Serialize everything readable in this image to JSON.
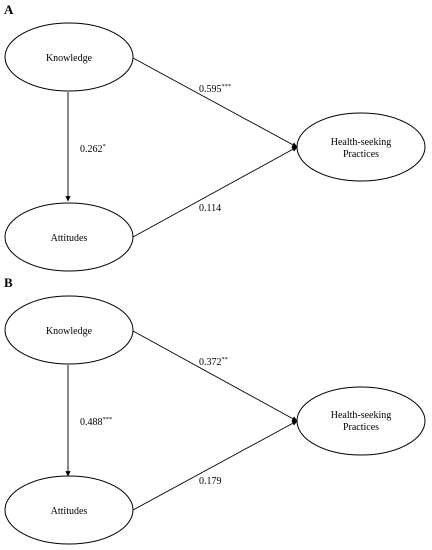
{
  "panels": [
    {
      "label": "A",
      "nodes": {
        "knowledge": "Knowledge",
        "attitudes": "Attitudes",
        "practices_line1": "Health-seeking",
        "practices_line2": "Practices"
      },
      "paths": {
        "knowledge_to_practices": {
          "value": "0.595",
          "sig": "***"
        },
        "knowledge_to_attitudes": {
          "value": "0.262",
          "sig": "*"
        },
        "attitudes_to_practices": {
          "value": "0.114",
          "sig": ""
        }
      }
    },
    {
      "label": "B",
      "nodes": {
        "knowledge": "Knowledge",
        "attitudes": "Attitudes",
        "practices_line1": "Health-seeking",
        "practices_line2": "Practices"
      },
      "paths": {
        "knowledge_to_practices": {
          "value": "0.372",
          "sig": "**"
        },
        "knowledge_to_attitudes": {
          "value": "0.488",
          "sig": "***"
        },
        "attitudes_to_practices": {
          "value": "0.179",
          "sig": ""
        }
      }
    }
  ]
}
